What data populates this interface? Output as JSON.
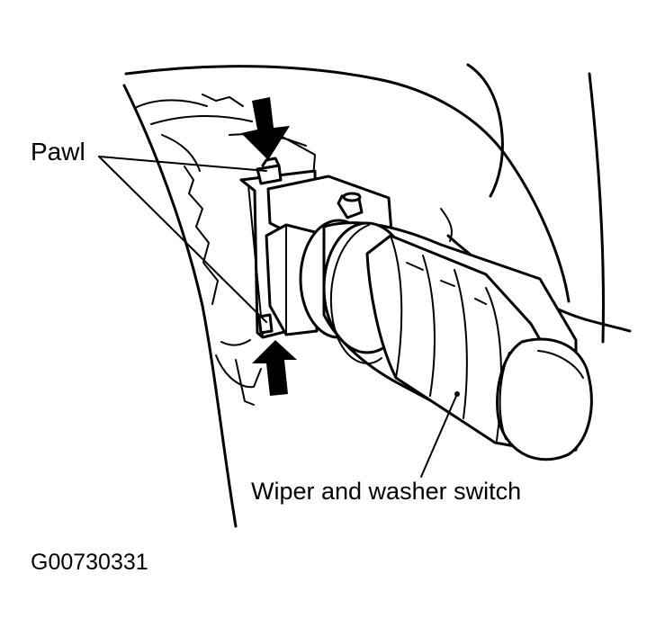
{
  "labels": {
    "pawl": "Pawl",
    "switch": "Wiper and washer switch",
    "figure_code": "G00730331"
  },
  "icons": {
    "press_arrow_top": "down-arrow-icon",
    "press_arrow_bottom": "up-arrow-icon"
  },
  "colors": {
    "ink": "#000000",
    "paper": "#ffffff"
  }
}
